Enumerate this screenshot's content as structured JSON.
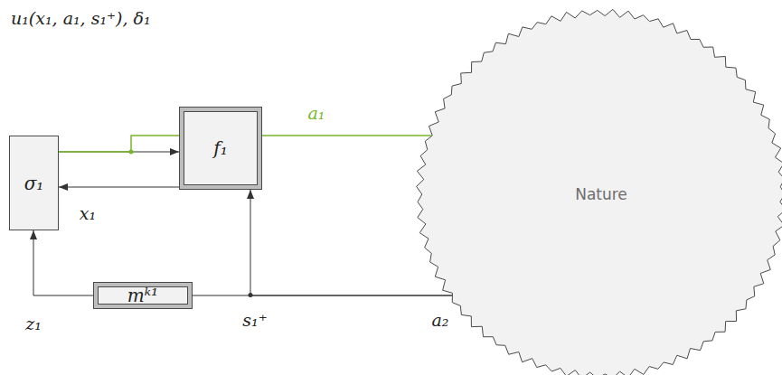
{
  "diagram": {
    "nodes": [
      {
        "text": [
          "σ₁"
        ]
      },
      {
        "text": [
          "f₁"
        ]
      },
      {
        "text": [
          "mᵏ¹"
        ]
      },
      {
        "text": [
          "Nature"
        ]
      }
    ],
    "edges": [
      {
        "from": 0,
        "to": 1,
        "arrow": "to"
      },
      {
        "from": 1,
        "to": 0,
        "arrow": "to"
      },
      {
        "from": 0,
        "to": 3,
        "label": "a₁",
        "arrow": "none"
      },
      {
        "from": 3,
        "to": 1,
        "arrow": "to"
      },
      {
        "from": 3,
        "to": 2,
        "arrow": "none"
      },
      {
        "from": 2,
        "to": 0,
        "arrow": "to"
      }
    ],
    "labels": [
      "u₁(x₁, a₁, s₁⁺), δ₁",
      "x₁",
      "z₁",
      "s₁⁺",
      "a₂"
    ]
  }
}
